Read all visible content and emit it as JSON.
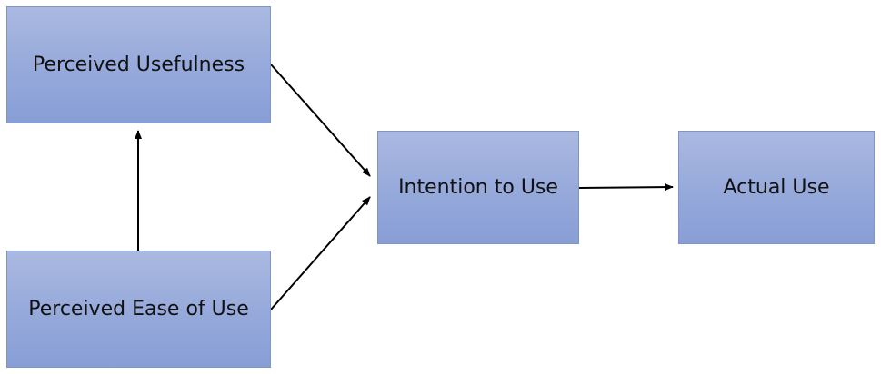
{
  "diagram": {
    "nodes": [
      {
        "id": "pu",
        "label": "Perceived Usefulness"
      },
      {
        "id": "peu",
        "label": "Perceived Ease of Use"
      },
      {
        "id": "itu",
        "label": "Intention to Use"
      },
      {
        "id": "au",
        "label": "Actual Use"
      }
    ],
    "edges": [
      {
        "from": "peu",
        "to": "pu"
      },
      {
        "from": "pu",
        "to": "itu"
      },
      {
        "from": "peu",
        "to": "itu"
      },
      {
        "from": "itu",
        "to": "au"
      }
    ],
    "colors": {
      "node_fill_top": "#aab9e0",
      "node_fill_bottom": "#889ed6",
      "node_border": "#7f95c8",
      "arrow": "#000000"
    }
  }
}
